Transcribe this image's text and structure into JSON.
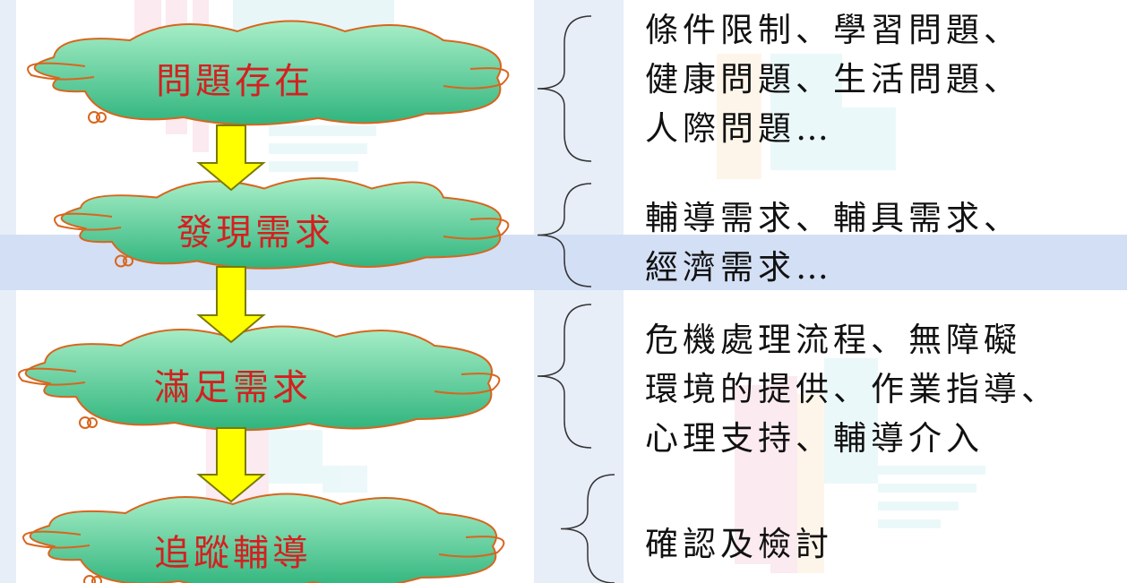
{
  "colors": {
    "cloud_top": "#a9efc8",
    "cloud_bottom": "#2fb47d",
    "cloud_outline": "#d9651d",
    "label_text": "#d42020",
    "arrow_fill": "#ffff00",
    "arrow_outline": "#7a7a00",
    "body_text": "#111111"
  },
  "icons": {
    "cloud": "cloud-shape",
    "arrow": "arrow-down-yellow",
    "bracket": "curly-brace-left"
  },
  "steps": [
    {
      "label": "問題存在",
      "description": [
        "條件限制、學習問題、",
        "健康問題、生活問題、",
        "人際問題…"
      ]
    },
    {
      "label": "發現需求",
      "description": [
        "輔導需求、輔具需求、",
        "經濟需求…"
      ]
    },
    {
      "label": "滿足需求",
      "description": [
        "危機處理流程、無障礙",
        "環境的提供、作業指導、",
        "心理支持、輔導介入"
      ]
    },
    {
      "label": "追蹤輔導",
      "description": [
        "確認及檢討"
      ]
    }
  ]
}
